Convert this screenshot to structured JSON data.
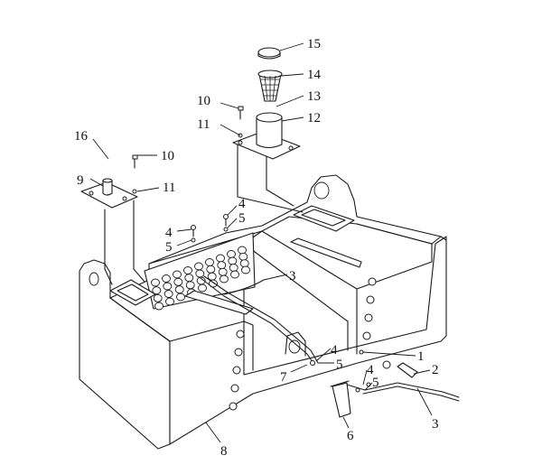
{
  "diagram": {
    "colors": {
      "line": "#1a1a1a",
      "background": "#ffffff"
    },
    "callouts": [
      {
        "id": "c15",
        "label": "15"
      },
      {
        "id": "c14",
        "label": "14"
      },
      {
        "id": "c13",
        "label": "13"
      },
      {
        "id": "c12",
        "label": "12"
      },
      {
        "id": "c10a",
        "label": "10"
      },
      {
        "id": "c11a",
        "label": "11"
      },
      {
        "id": "c16",
        "label": "16"
      },
      {
        "id": "c10b",
        "label": "10"
      },
      {
        "id": "c9",
        "label": "9"
      },
      {
        "id": "c11b",
        "label": "11"
      },
      {
        "id": "c4a",
        "label": "4"
      },
      {
        "id": "c5a",
        "label": "5"
      },
      {
        "id": "c4b",
        "label": "4"
      },
      {
        "id": "c5b",
        "label": "5"
      },
      {
        "id": "c3a",
        "label": "3"
      },
      {
        "id": "c1",
        "label": "1"
      },
      {
        "id": "c2",
        "label": "2"
      },
      {
        "id": "c4c",
        "label": "4"
      },
      {
        "id": "c5c",
        "label": "5"
      },
      {
        "id": "c7",
        "label": "7"
      },
      {
        "id": "c4d",
        "label": "4"
      },
      {
        "id": "c5d",
        "label": "5"
      },
      {
        "id": "c6",
        "label": "6"
      },
      {
        "id": "c3b",
        "label": "3"
      },
      {
        "id": "c8",
        "label": "8"
      }
    ]
  }
}
